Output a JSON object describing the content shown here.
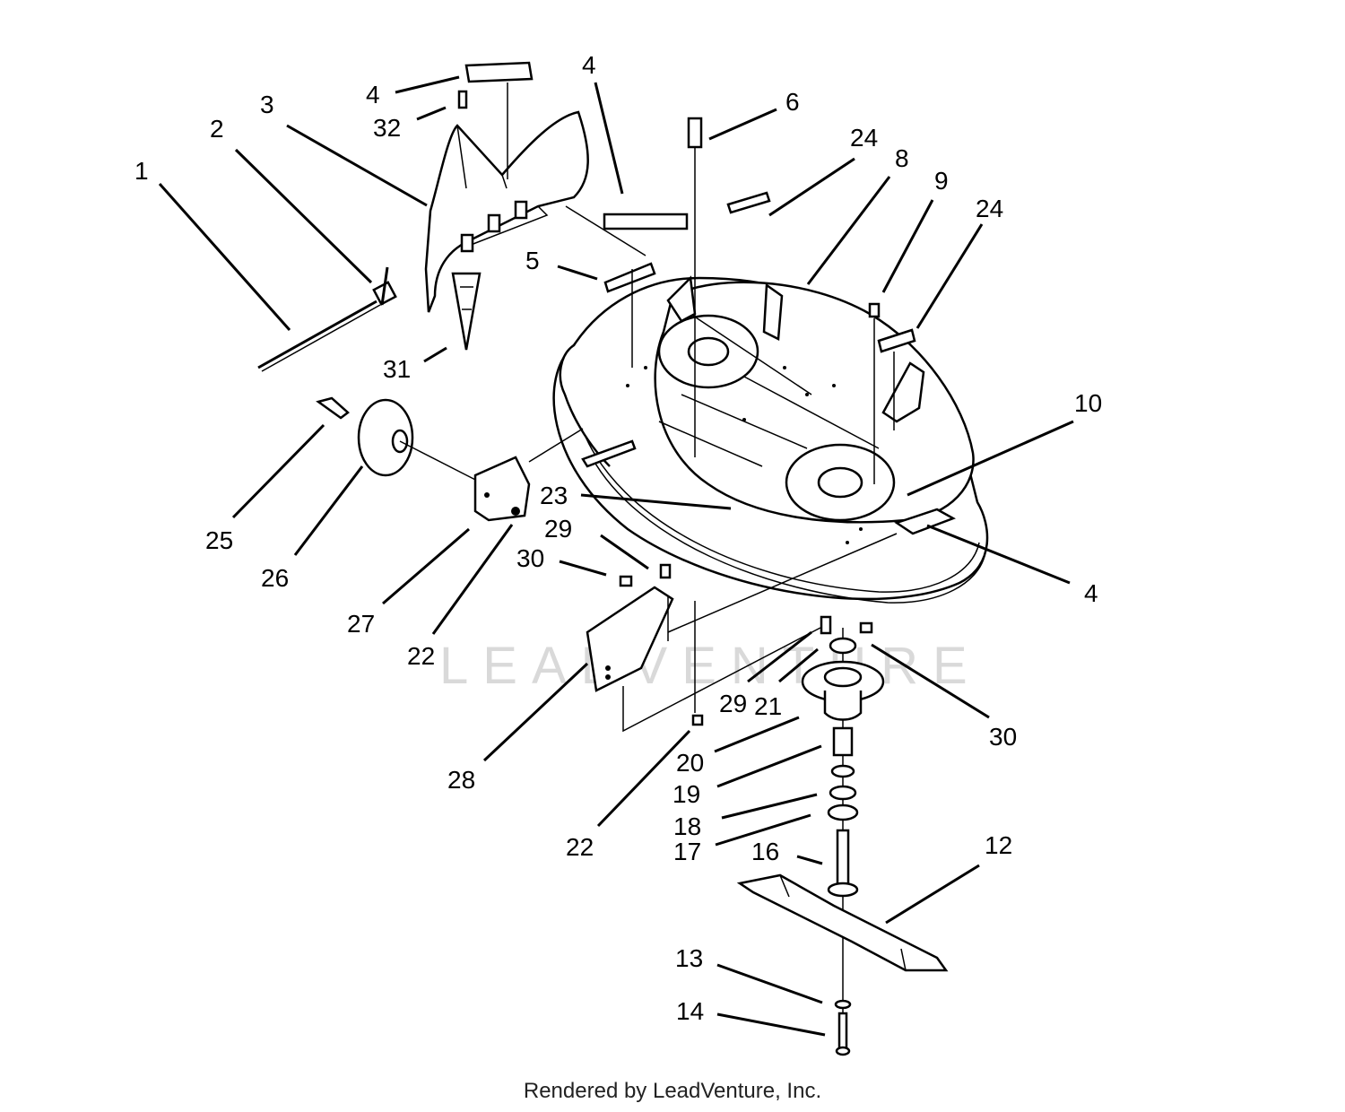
{
  "watermark": "LEADVENTURE",
  "credit": "Rendered by LeadVenture, Inc.",
  "callouts": [
    {
      "id": "c1",
      "label": "1"
    },
    {
      "id": "c2",
      "label": "2"
    },
    {
      "id": "c3",
      "label": "3"
    },
    {
      "id": "c4a",
      "label": "4"
    },
    {
      "id": "c32",
      "label": "32"
    },
    {
      "id": "c4b",
      "label": "4"
    },
    {
      "id": "c5",
      "label": "5"
    },
    {
      "id": "c6",
      "label": "6"
    },
    {
      "id": "c24a",
      "label": "24"
    },
    {
      "id": "c8",
      "label": "8"
    },
    {
      "id": "c9",
      "label": "9"
    },
    {
      "id": "c24b",
      "label": "24"
    },
    {
      "id": "c31",
      "label": "31"
    },
    {
      "id": "c10",
      "label": "10"
    },
    {
      "id": "c25",
      "label": "25"
    },
    {
      "id": "c26",
      "label": "26"
    },
    {
      "id": "c23",
      "label": "23"
    },
    {
      "id": "c29a",
      "label": "29"
    },
    {
      "id": "c30a",
      "label": "30"
    },
    {
      "id": "c4c",
      "label": "4"
    },
    {
      "id": "c27",
      "label": "27"
    },
    {
      "id": "c22a",
      "label": "22"
    },
    {
      "id": "c29b",
      "label": "29"
    },
    {
      "id": "c21",
      "label": "21"
    },
    {
      "id": "c30b",
      "label": "30"
    },
    {
      "id": "c28",
      "label": "28"
    },
    {
      "id": "c20",
      "label": "20"
    },
    {
      "id": "c19",
      "label": "19"
    },
    {
      "id": "c18",
      "label": "18"
    },
    {
      "id": "c17",
      "label": "17"
    },
    {
      "id": "c22b",
      "label": "22"
    },
    {
      "id": "c16",
      "label": "16"
    },
    {
      "id": "c12",
      "label": "12"
    },
    {
      "id": "c13",
      "label": "13"
    },
    {
      "id": "c14",
      "label": "14"
    }
  ]
}
